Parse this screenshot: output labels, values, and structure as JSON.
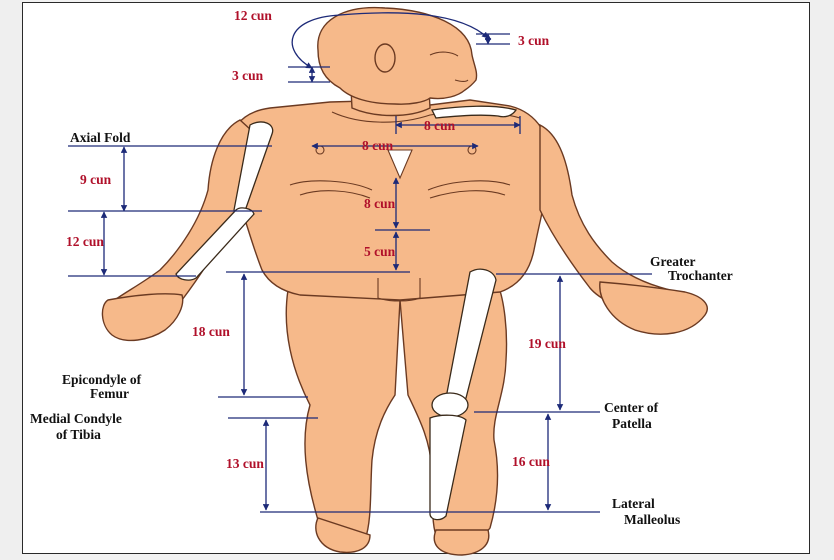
{
  "colors": {
    "skin": "#f6b98a",
    "skin_shadow": "#d99066",
    "outline": "#6b3a22",
    "bone": "#ffffff",
    "measure_red": "#b0102a",
    "measure_blue": "#1d2a78",
    "label_black": "#111111"
  },
  "measurements": {
    "head_width": "12 cun",
    "eyebrow": "3 cun",
    "hairline_back": "3 cun",
    "shoulder": "8 cun",
    "nipples": "8 cun",
    "axial_to_elbow": "9 cun",
    "elbow_to_wrist": "12 cun",
    "sternum_to_navel": "8 cun",
    "navel_to_pubis": "5 cun",
    "pubis_to_knee": "18 cun",
    "trochanter_to_knee": "19 cun",
    "knee_to_ankle_medial": "13 cun",
    "knee_to_ankle_lateral": "16 cun"
  },
  "landmarks": {
    "axial_fold": "Axial Fold",
    "greater_trochanter_1": "Greater",
    "greater_trochanter_2": "Trochanter",
    "epicondyle_1": "Epicondyle of",
    "epicondyle_2": "Femur",
    "medial_condyle_1": "Medial Condyle",
    "medial_condyle_2": "of Tibia",
    "patella_1": "Center of",
    "patella_2": "Patella",
    "malleolus_1": "Lateral",
    "malleolus_2": "Malleolus"
  }
}
